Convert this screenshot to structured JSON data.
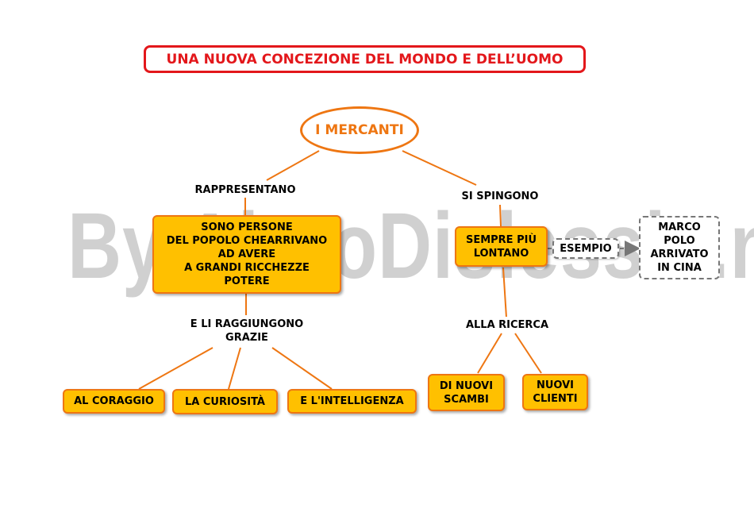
{
  "title": "UNA NUOVA CONCEZIONE DEL MONDO E DELL’UOMO",
  "watermark": "By AiutoDislessia.net",
  "root": "I MERCANTI",
  "left_branch": {
    "link_label": "RAPPRESENTANO",
    "concept_lines": [
      "SONO PERSONE",
      "DEL POPOLO CHEARRIVANO",
      "AD AVERE",
      "A GRANDI RICCHEZZE",
      "POTERE"
    ],
    "sub_link_lines": [
      "E LI RAGGIUNGONO",
      "GRAZIE"
    ],
    "leaves": [
      "AL CORAGGIO",
      "LA CURIOSITÀ",
      "E L'INTELLIGENZA"
    ]
  },
  "right_branch": {
    "link_label": "SI SPINGONO",
    "concept_lines": [
      "SEMPRE PIÙ",
      "LONTANO"
    ],
    "example_label": "ESEMPIO",
    "example_lines": [
      "MARCO",
      "POLO",
      "ARRIVATO",
      "IN CINA"
    ],
    "sub_link_label": "ALLA RICERCA",
    "leaves": [
      [
        "DI NUOVI",
        "SCAMBI"
      ],
      [
        "NUOVI",
        "CLIENTI"
      ]
    ]
  },
  "colors": {
    "title_red": "#e3171b",
    "connector_orange": "#ee7612",
    "box_fill": "#ffc000",
    "dashed_gray": "#777777"
  }
}
